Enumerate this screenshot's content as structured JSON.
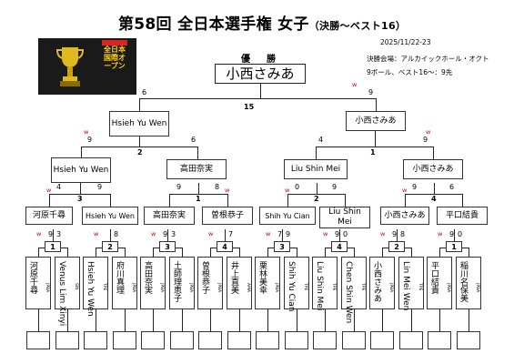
{
  "header": {
    "title": "第58回 全日本選手権 女子",
    "subtitle": "（決勝～ベスト16）",
    "date": "2025/11/22-23",
    "venue": "決勝会場：アルカイックホール・オクト",
    "rules": "9ボール、ベスト16～：9先"
  },
  "poster": {
    "text": "全日本国際オープン"
  },
  "champion": {
    "label": "優　勝",
    "name": "小西さみあ"
  },
  "rounds": {
    "final": {
      "number": "15",
      "left": {
        "name": "Hsieh Yu Wen",
        "score": "6"
      },
      "right": {
        "name": "小西さみあ",
        "score": "9"
      },
      "winner_mark": "w"
    },
    "semis": [
      {
        "number": "2",
        "left": {
          "name": "Hsieh Yu Wen",
          "score": "9"
        },
        "right": {
          "name": "高田奈実",
          "score": "6"
        }
      },
      {
        "number": "1",
        "left": {
          "name": "Liu Shin Mei",
          "score": "4"
        },
        "right": {
          "name": "小西さみあ",
          "score": "9"
        }
      }
    ],
    "quarters": [
      {
        "number": "3",
        "left": {
          "name": "河原千尋",
          "score": "4"
        },
        "right": {
          "name": "Hsieh Yu Wen",
          "score": "9"
        }
      },
      {
        "number": "1",
        "left": {
          "name": "高田奈実",
          "score": "9"
        },
        "right": {
          "name": "曽根恭子",
          "score": "8"
        }
      },
      {
        "number": "2",
        "left": {
          "name": "Shih Yu Cian",
          "score": "0"
        },
        "right": {
          "name": "Liu Shin Mei",
          "score": "9"
        }
      },
      {
        "number": "4",
        "left": {
          "name": "小西さみあ",
          "score": "9"
        },
        "right": {
          "name": "平口結貴",
          "score": "6"
        }
      }
    ],
    "r16": [
      {
        "number": "1",
        "left_score": "9",
        "right_score": "3"
      },
      {
        "number": "2",
        "left_score": "",
        "right_score": "8"
      },
      {
        "number": "3",
        "left_score": "9",
        "right_score": "3"
      },
      {
        "number": "4",
        "left_score": "",
        "right_score": "7"
      },
      {
        "number": "3",
        "left_score": "7",
        "right_score": "9"
      },
      {
        "number": "4",
        "left_score": "9",
        "right_score": "0"
      },
      {
        "number": "2",
        "left_score": "9",
        "right_score": "8"
      },
      {
        "number": "1",
        "left_score": "9",
        "right_score": "0"
      }
    ]
  },
  "winner_mark": "w",
  "players": [
    {
      "name": "河原千尋",
      "team": "JPBA"
    },
    {
      "name": "Venus Lim Xinyi",
      "team": "SIN"
    },
    {
      "name": "Hsieh Yu Wen",
      "team": "TPE"
    },
    {
      "name": "府川真理",
      "team": "JPBA"
    },
    {
      "name": "高田奈実",
      "team": "JPBA"
    },
    {
      "name": "土師理恵子",
      "team": "JPBA"
    },
    {
      "name": "曽根恭子",
      "team": "JPBA"
    },
    {
      "name": "井上直美",
      "team": "AMA"
    },
    {
      "name": "栗林美幸",
      "team": "JPBA"
    },
    {
      "name": "Shih Yu Cian",
      "team": "TPE"
    },
    {
      "name": "Liu Shin Mei",
      "team": "TPE"
    },
    {
      "name": "Chen Shin Wen",
      "team": "TPE"
    },
    {
      "name": "小西さみあ",
      "team": "JPBA"
    },
    {
      "name": "Lin Mei Wen",
      "team": "TPE"
    },
    {
      "name": "平口結貴",
      "team": "JPBA"
    },
    {
      "name": "稲川名保美",
      "team": "JPBA"
    }
  ]
}
